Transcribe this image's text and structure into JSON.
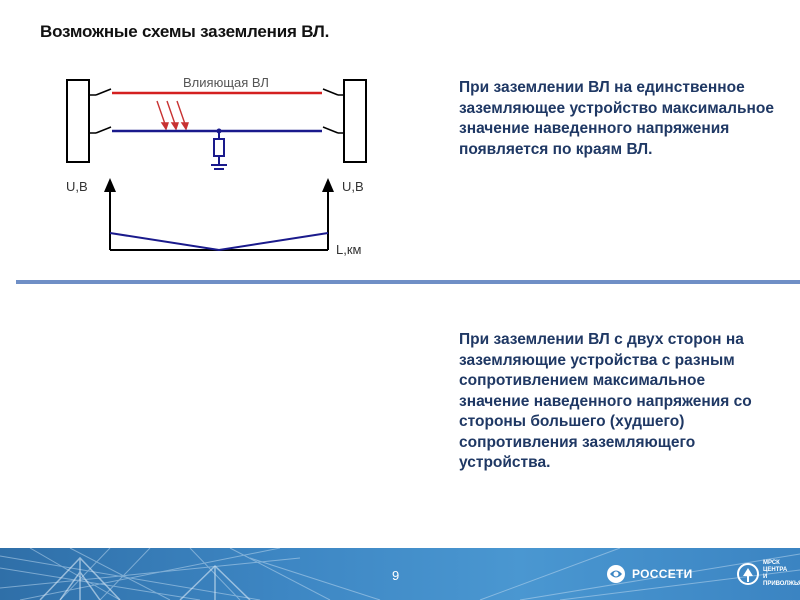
{
  "slide": {
    "title": "Возможные схемы заземления ВЛ.",
    "page_number": "9"
  },
  "diagram": {
    "influencing_line_label": "Влияющая ВЛ",
    "left_axis_label": "U,В",
    "right_axis_label": "U,В",
    "length_axis_label": "L,км",
    "colors": {
      "influencing_line": "#d42020",
      "grounded_line": "#1a1a8c",
      "support": "#000000",
      "induction_arrows": "#c83232"
    }
  },
  "notes": {
    "single_ground": "При заземлении ВЛ на единственное заземляющее устройство максимальное значение наведенного напряжения появляется по краям ВЛ.",
    "double_ground": "При заземлении ВЛ с двух сторон на заземляющие устройства с разным сопротивлением максимальное значение наведенного напряжения со стороны большего (худшего) сопротивления заземляющего устройства."
  },
  "footer": {
    "brand_rosseti": "РОССЕТИ",
    "brand_mrsk": "МРСК ЦЕНТРА И ПРИВОЛЖЬЯ",
    "accent_color": "#3d86c3"
  }
}
